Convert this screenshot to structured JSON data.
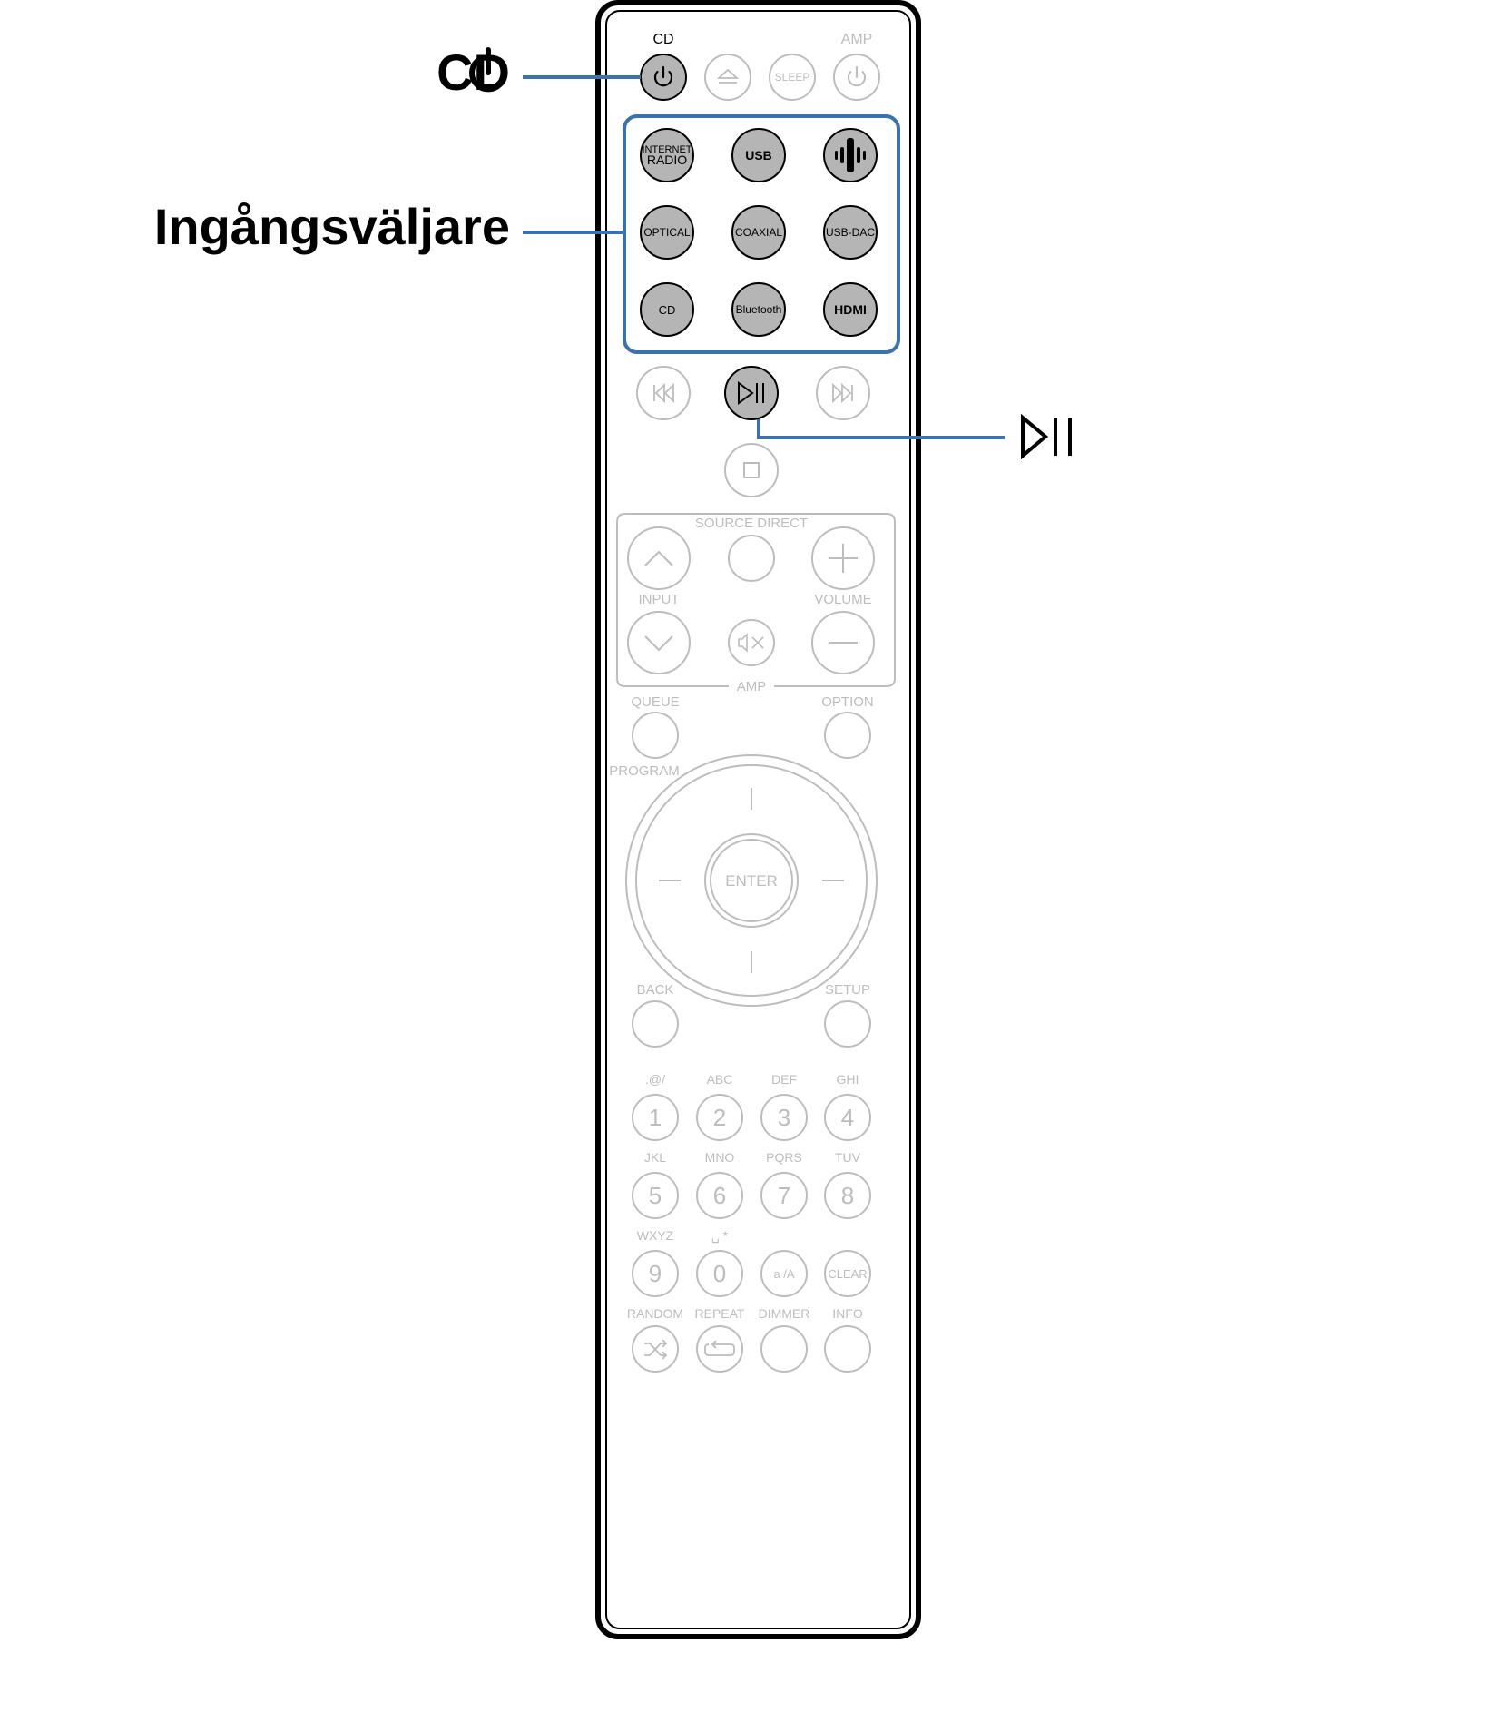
{
  "callouts": {
    "cd_power": "CD",
    "input_selector": "Ingångsväljare"
  },
  "colors": {
    "highlight": "#3a72ad",
    "active_button_fill": "#b5b5b5",
    "faded": "#bdbdbd",
    "remote_border": "#000000"
  },
  "remote": {
    "top_labels": {
      "cd": "CD",
      "amp": "AMP"
    },
    "top_buttons": {
      "sleep": "SLEEP"
    },
    "sources": {
      "internet_radio_line1": "INTERNET",
      "internet_radio_line2": "RADIO",
      "usb": "USB",
      "optical": "OPTICAL",
      "coaxial": "COAXIAL",
      "usb_dac": "USB-DAC",
      "cd": "CD",
      "bluetooth": "Bluetooth",
      "hdmi": "HDMI"
    },
    "amp_panel": {
      "source_direct": "SOURCE DIRECT",
      "input": "INPUT",
      "volume": "VOLUME",
      "amp": "AMP"
    },
    "labels": {
      "queue": "QUEUE",
      "option": "OPTION",
      "program": "PROGRAM",
      "enter": "ENTER",
      "back": "BACK",
      "setup": "SETUP"
    },
    "keypad": [
      {
        "letters": ".@/",
        "digit": "1"
      },
      {
        "letters": "ABC",
        "digit": "2"
      },
      {
        "letters": "DEF",
        "digit": "3"
      },
      {
        "letters": "GHI",
        "digit": "4"
      },
      {
        "letters": "JKL",
        "digit": "5"
      },
      {
        "letters": "MNO",
        "digit": "6"
      },
      {
        "letters": "PQRS",
        "digit": "7"
      },
      {
        "letters": "TUV",
        "digit": "8"
      },
      {
        "letters": "WXYZ",
        "digit": "9"
      },
      {
        "letters": "␣ *",
        "digit": "0"
      },
      {
        "letters": "",
        "digit": "a /A"
      },
      {
        "letters": "",
        "digit": "CLEAR"
      }
    ],
    "bottom_labels": {
      "random": "RANDOM",
      "repeat": "REPEAT",
      "dimmer": "DIMMER",
      "info": "INFO"
    }
  }
}
